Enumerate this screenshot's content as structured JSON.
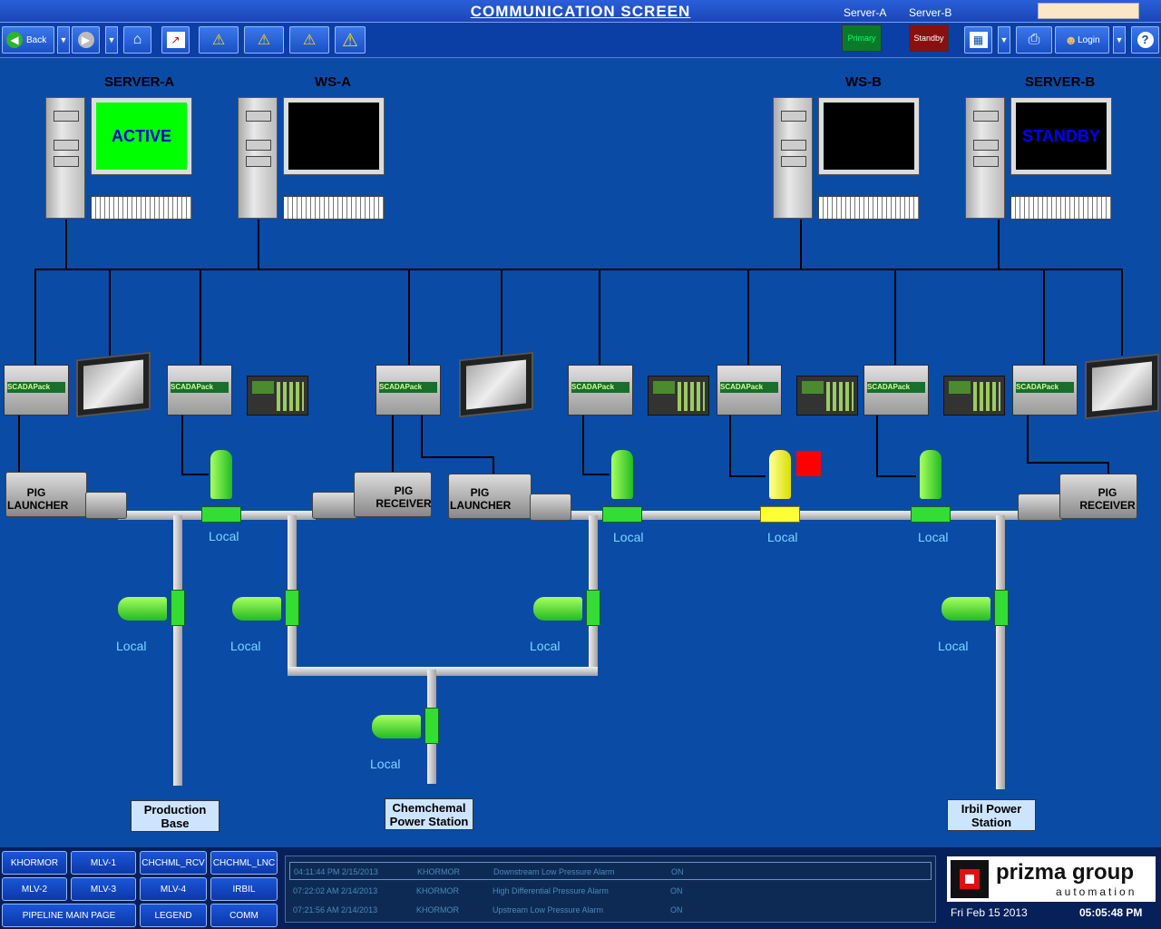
{
  "title": "COMMUNICATION SCREEN",
  "title_servers": [
    "Server-A",
    "Server-B"
  ],
  "toolbar": {
    "back_label": "Back",
    "primary_label": "Primary",
    "standby_label": "Standby",
    "login_label": "Login",
    "help_label": "?"
  },
  "computers": [
    {
      "label": "SERVER-A",
      "screen": "ACTIVE",
      "screen_bg": "#00ff00",
      "screen_fg": "#0000cc"
    },
    {
      "label": "WS-A",
      "screen": "",
      "screen_bg": "#000000",
      "screen_fg": "#ffffff"
    },
    {
      "label": "WS-B",
      "screen": "",
      "screen_bg": "#000000",
      "screen_fg": "#ffffff"
    },
    {
      "label": "SERVER-B",
      "screen": "STANDBY",
      "screen_bg": "#000000",
      "screen_fg": "#0000ff"
    }
  ],
  "plc_label": "SCADAPack",
  "pig": [
    {
      "line1": "PIG",
      "line2": "LAUNCHER"
    },
    {
      "line1": "PIG",
      "line2": "RECEIVER"
    },
    {
      "line1": "PIG",
      "line2": "LAUNCHER"
    },
    {
      "line1": "PIG",
      "line2": "RECEIVER"
    }
  ],
  "local_label": "Local",
  "sites": [
    {
      "line1": "Production",
      "line2": "Base"
    },
    {
      "line1": "Chemchemal",
      "line2": "Power Station"
    },
    {
      "line1": "Irbil Power",
      "line2": "Station"
    }
  ],
  "nav_buttons": [
    [
      "KHORMOR",
      "MLV-1",
      "CHCHML_RCV",
      "CHCHML_LNC"
    ],
    [
      "MLV-2",
      "MLV-3",
      "MLV-4",
      "IRBIL"
    ],
    [
      "PIPELINE MAIN PAGE",
      "LEGEND",
      "COMM"
    ]
  ],
  "alarms": [
    {
      "time": "04:11:44 PM 2/15/2013",
      "station": "KHORMOR",
      "text": "Downstream Low Pressure Alarm",
      "state": "ON"
    },
    {
      "time": "07:22:02 AM 2/14/2013",
      "station": "KHORMOR",
      "text": "High Differential Pressure Alarm",
      "state": "ON"
    },
    {
      "time": "07:21:56 AM 2/14/2013",
      "station": "KHORMOR",
      "text": "Upstream Low Pressure Alarm",
      "state": "ON"
    }
  ],
  "logo": {
    "name": "prizma group",
    "sub": "automation"
  },
  "footer": {
    "date": "Fri Feb 15 2013",
    "time": "05:05:48 PM"
  },
  "colors": {
    "background": "#0a4ba6",
    "valve_ok": "#33ee33",
    "valve_warn": "#ffff33",
    "alarm_square": "#ff0000",
    "local_text": "#7ad8ff"
  }
}
